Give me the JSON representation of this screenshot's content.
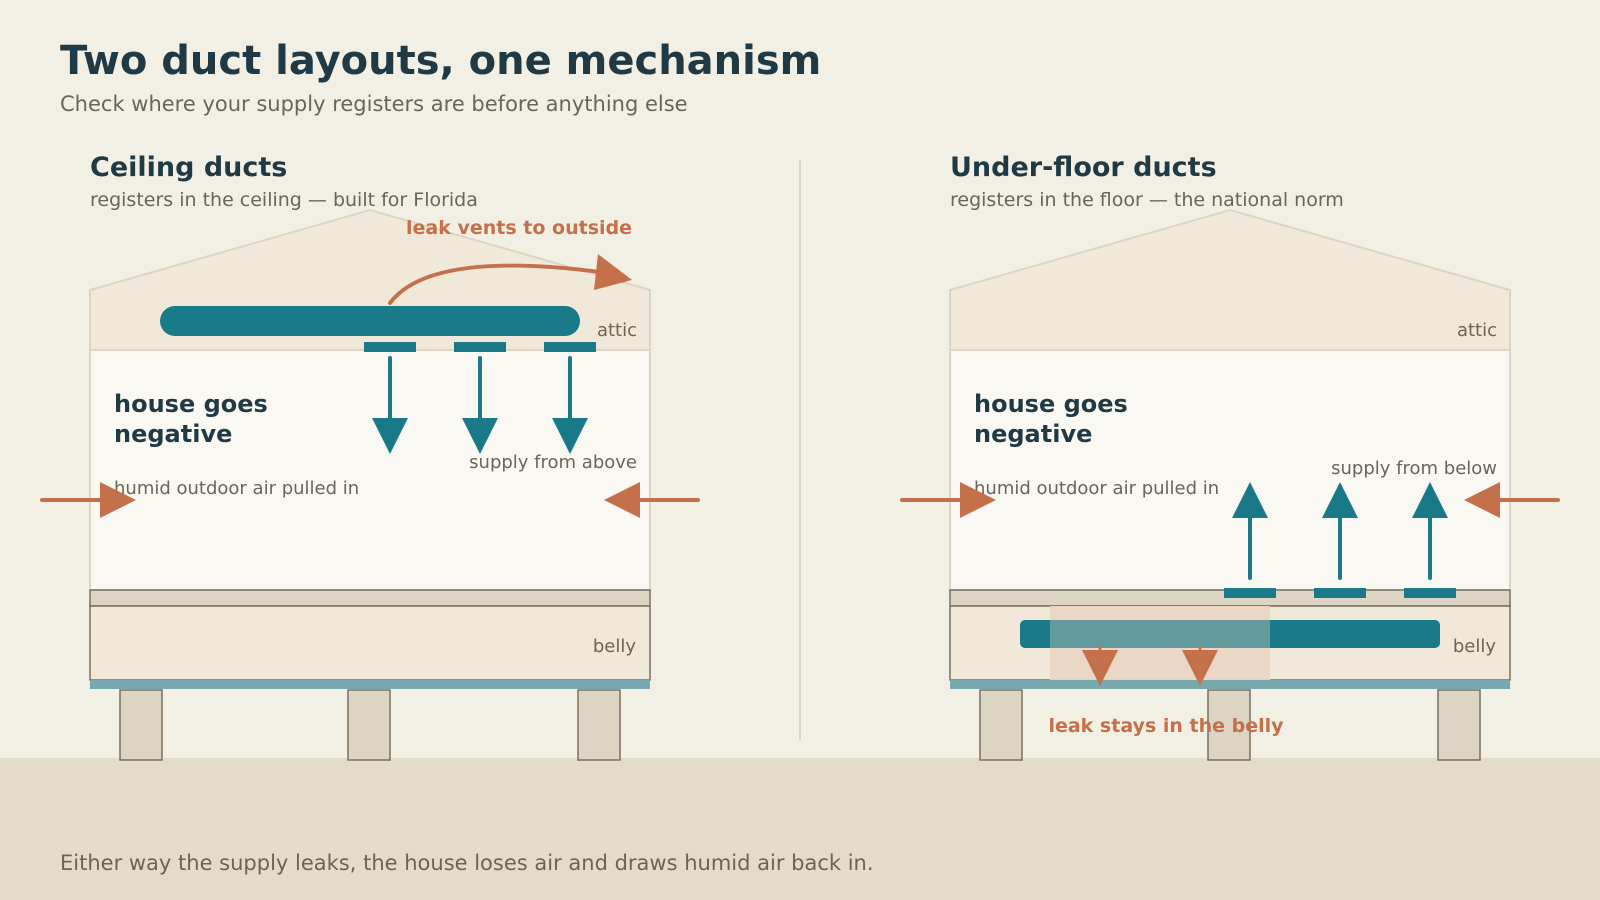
{
  "title": "Two duct layouts, one mechanism",
  "subtitle": "Check where your supply registers are before anything else",
  "panels": [
    {
      "title": "Ceiling ducts",
      "subtitle": "registers in the ceiling — built for Florida",
      "attic_label": "attic",
      "belly_label": "belly",
      "negative_line1": "house goes",
      "negative_line2": "negative",
      "infiltration_label": "humid outdoor air pulled in",
      "supply_label": "supply from above",
      "leak_label": "leak vents to outside"
    },
    {
      "title": "Under-floor ducts",
      "subtitle": "registers in the floor — the national norm",
      "attic_label": "attic",
      "belly_label": "belly",
      "negative_line1": "house goes",
      "negative_line2": "negative",
      "infiltration_label": "humid outdoor air pulled in",
      "supply_label": "supply from below",
      "leak_label": "leak stays in the belly"
    }
  ],
  "footer": "Either way the supply leaks, the house loses air and draws humid air back in.",
  "colors": {
    "background": "#f2efe5",
    "ground": "#e4dccb",
    "duct": "#1a7a8a",
    "leak": "#c4704a",
    "heading": "#1f3a44",
    "muted": "#6b6557"
  }
}
